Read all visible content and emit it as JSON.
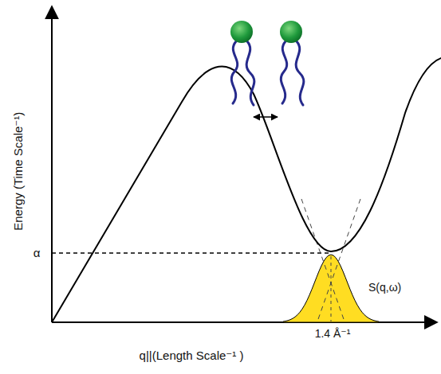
{
  "diagram": {
    "labels": [
      "Energy (Time Scale⁻¹)",
      "α",
      "S(q,ω)",
      "1.4 Å⁻¹",
      "q||(Length Scale⁻¹ )"
    ]
  }
}
